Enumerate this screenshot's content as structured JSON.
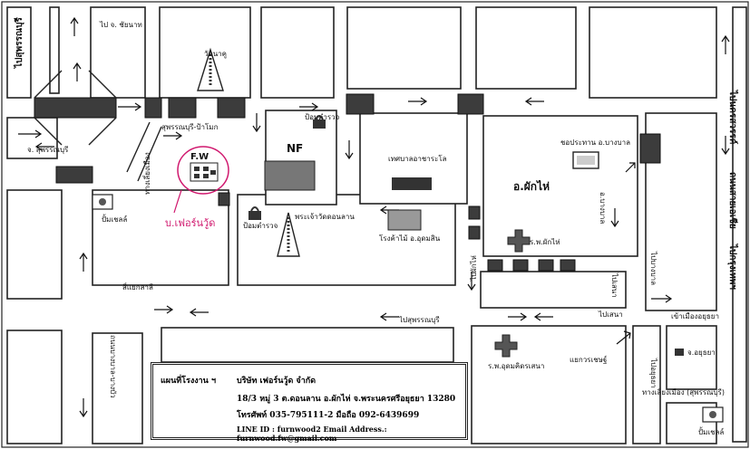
{
  "map": {
    "roads": {
      "to_chainat": "ไป จ. ชัยนาท",
      "to_suphan": "จ. สุพรรณบุรี",
      "suphan_pakhai": "สุพรรณบุรี-ป้าโมก",
      "dist_road": "ทางเลี่ยงเมือง",
      "to_nakhon": "ไปนครสวรรค์",
      "thanon_asia": "ถนนสายเอเชีย",
      "to_bangkok": "ไปกรุงเทพฯ",
      "to_ayutthaya_left": "ไปสุพรรณบุรี",
      "to_phakhai": "ไปผักไห่",
      "ban_khao": "ไปบางบาล",
      "junction_sao": "สี่แยกสาลี",
      "bypass_right": "ทางเลี่ยงเมือง (สุพรรณบุรี)",
      "sena": "ไปเสนา",
      "soi_ayut": "เข้าเมืองอยุธยา",
      "ayut_left": "ไปอยุธยา",
      "thung_left": "ถนนบางบาล-บางบัว",
      "inter_left": "แยกวรเชษฐ์"
    },
    "places": {
      "wat_nu": "วัดนาคู",
      "police_top": "ป้อมตำรวจ",
      "police_bottom": "ป้อมตำรวจ",
      "nf": "NF",
      "fw": "F.W",
      "company_handwritten": "บ.เฟอร์นวู้ด",
      "statue": "พระเจ้าวัดดอนลาน",
      "pump_left": "ปั้มเชลล์",
      "municipality": "เทศบาลอาชาระโล",
      "factory": "โรงค้าไม้ อ.อุดมสิน",
      "ampoe": "อ.ผักไห่",
      "post": "ชอประทาน อ.บางบาล",
      "hospital_phakhai": "ร.พ.ผักไห่",
      "bangbal": "อ.บางบาล",
      "hospital_udom": "ร.พ.อุดมคิดรเสนา",
      "ayut_pump": "ปั้มเชลล์",
      "chamber": "จ.อยุธยา"
    }
  },
  "info": {
    "title": "แผนที่โรงงาน ฯ",
    "company": "บริษัท เฟอร์นวู้ด จำกัด",
    "address": "18/3  หมู่ 3  ต.ดอนลาน  อ.ผักไห่  จ.พระนครศรีอยุธยา  13280",
    "phone": "โทรศัพท์  035-795111-2  มือถือ  092-6439699",
    "line": "LINE ID :  furnwood2     Email Address.:  furnwood.fw@gmail.com"
  }
}
